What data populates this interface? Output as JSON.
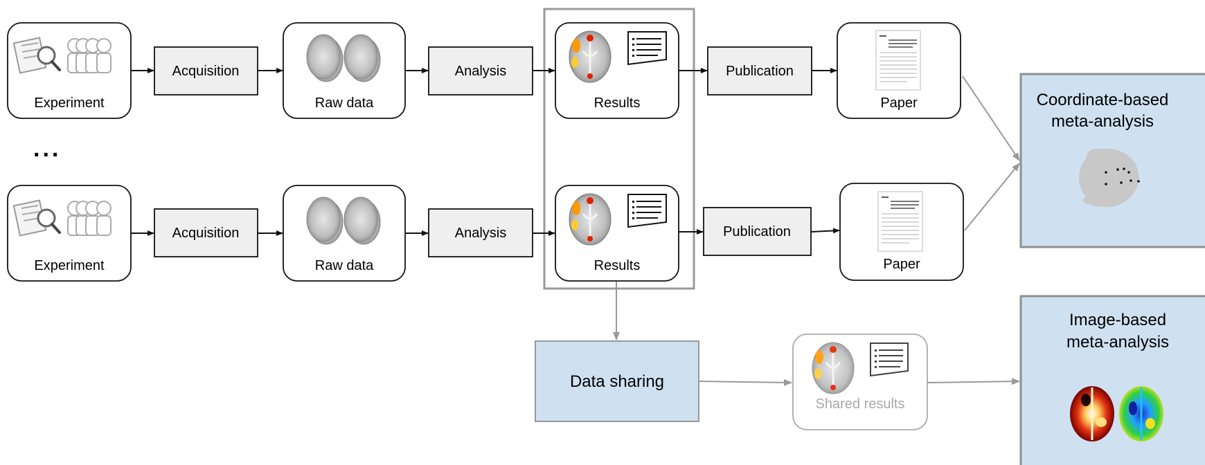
{
  "rows": [
    {
      "experiment_label": "Experiment",
      "acquisition_label": "Acquisition",
      "rawdata_label": "Raw data",
      "analysis_label": "Analysis",
      "results_label": "Results",
      "publication_label": "Publication",
      "paper_label": "Paper"
    },
    {
      "experiment_label": "Experiment",
      "acquisition_label": "Acquisition",
      "rawdata_label": "Raw data",
      "analysis_label": "Analysis",
      "results_label": "Results",
      "publication_label": "Publication",
      "paper_label": "Paper"
    }
  ],
  "ellipsis": "...",
  "data_sharing_label": "Data sharing",
  "shared_results_label": "Shared results",
  "cbma": {
    "line1": "Coordinate-based",
    "line2": "meta-analysis"
  },
  "ibma": {
    "line1": "Image-based",
    "line2": "meta-analysis"
  },
  "colors": {
    "box_fill": "#efefef",
    "meta_fill": "#cfe0f1",
    "meta_border": "#8f8f8f",
    "group_border": "#9a9a9a",
    "arrow_dark": "#111111",
    "arrow_gray": "#999999",
    "faded_text": "#a8a8a8"
  }
}
